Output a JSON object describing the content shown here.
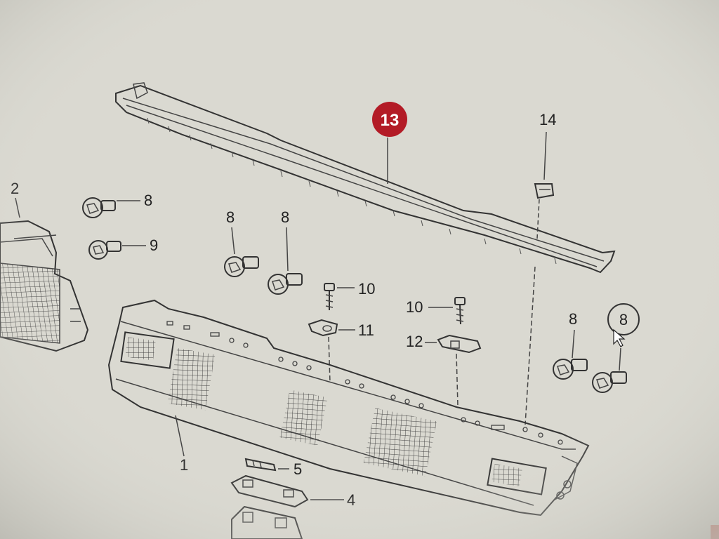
{
  "diagram": {
    "callouts": [
      {
        "id": "c13",
        "label": "13"
      },
      {
        "id": "c14",
        "label": "14"
      },
      {
        "id": "c2",
        "label": "2"
      },
      {
        "id": "c8a",
        "label": "8"
      },
      {
        "id": "c9",
        "label": "9"
      },
      {
        "id": "c8b",
        "label": "8"
      },
      {
        "id": "c8c",
        "label": "8"
      },
      {
        "id": "c10a",
        "label": "10"
      },
      {
        "id": "c11",
        "label": "11"
      },
      {
        "id": "c10b",
        "label": "10"
      },
      {
        "id": "c12",
        "label": "12"
      },
      {
        "id": "c8d",
        "label": "8"
      },
      {
        "id": "c8e",
        "label": "8"
      },
      {
        "id": "c1",
        "label": "1"
      },
      {
        "id": "c5",
        "label": "5"
      },
      {
        "id": "c4",
        "label": "4"
      }
    ],
    "colors": {
      "background": "#d9d8d0",
      "highlight": "#b31b26",
      "line": "#333333"
    }
  }
}
